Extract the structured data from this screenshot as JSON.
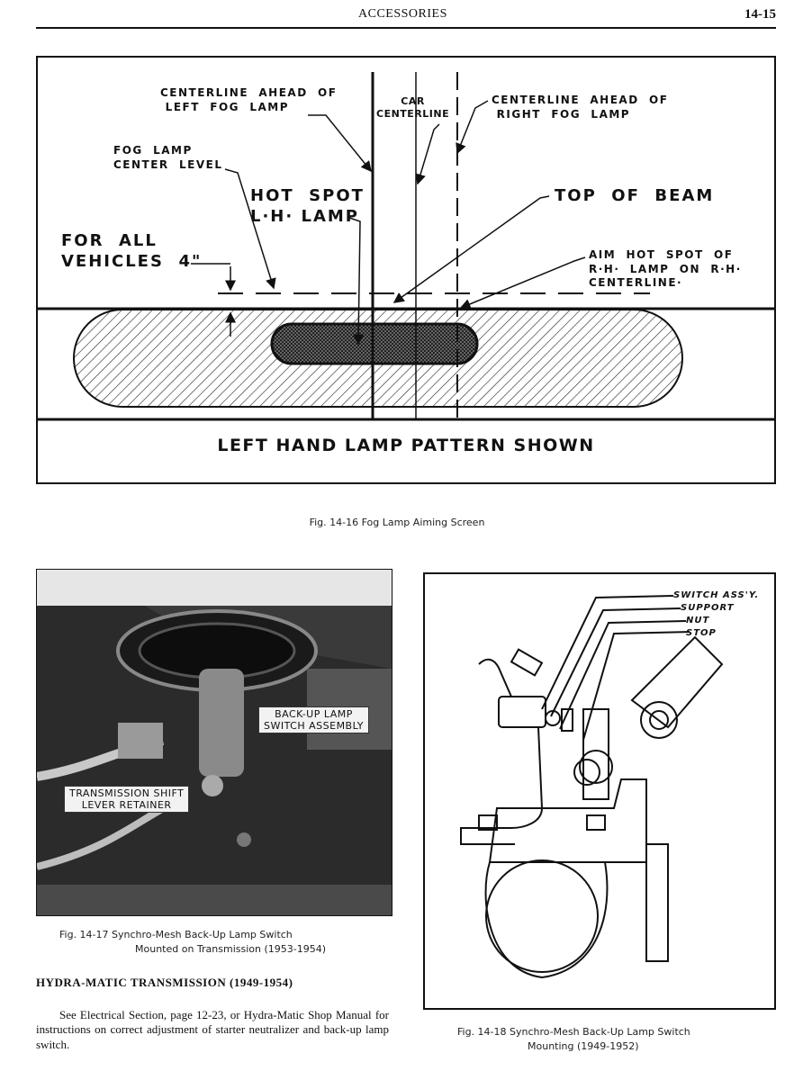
{
  "header": {
    "title": "ACCESSORIES",
    "page_number": "14-15"
  },
  "fig16": {
    "labels": {
      "centerline_left": "CENTERLINE  AHEAD  OF\n LEFT  FOG  LAMP",
      "car_centerline": "CAR\nCENTERLINE",
      "centerline_right": "CENTERLINE  AHEAD  OF\n RIGHT  FOG  LAMP",
      "fog_center_level": "FOG  LAMP\nCENTER  LEVEL",
      "hot_spot": "HOT  SPOT\nL·H· LAMP",
      "top_of_beam": "TOP  OF  BEAM",
      "for_all_vehicles": "FOR  ALL\nVEHICLES  4\"",
      "aim_hot_spot": "AIM  HOT  SPOT  OF\nR·H·  LAMP  ON  R·H·\nCENTERLINE·"
    },
    "pattern_text": "LEFT HAND LAMP PATTERN SHOWN",
    "caption": "Fig.  14-16   Fog Lamp Aiming Screen"
  },
  "fig17": {
    "tag_switch": "BACK-UP LAMP\nSWITCH ASSEMBLY",
    "tag_lever": "TRANSMISSION SHIFT\nLEVER RETAINER",
    "caption_line1": "Fig.  14-17   Synchro-Mesh Back-Up Lamp Switch",
    "caption_line2": "Mounted on Transmission (1953-1954)"
  },
  "fig18": {
    "labels": [
      "SWITCH ASS'Y.",
      "SUPPORT",
      "NUT",
      "STOP"
    ],
    "caption_line1": "Fig.  14-18   Synchro-Mesh Back-Up Lamp Switch",
    "caption_line2": "Mounting (1949-1952)"
  },
  "section": {
    "heading": "HYDRA-MATIC TRANSMISSION (1949-1954)",
    "body": "See Electrical Section, page 12-23, or Hydra-Matic Shop Manual for instructions on correct adjustment of starter neutralizer and back-up lamp switch."
  }
}
